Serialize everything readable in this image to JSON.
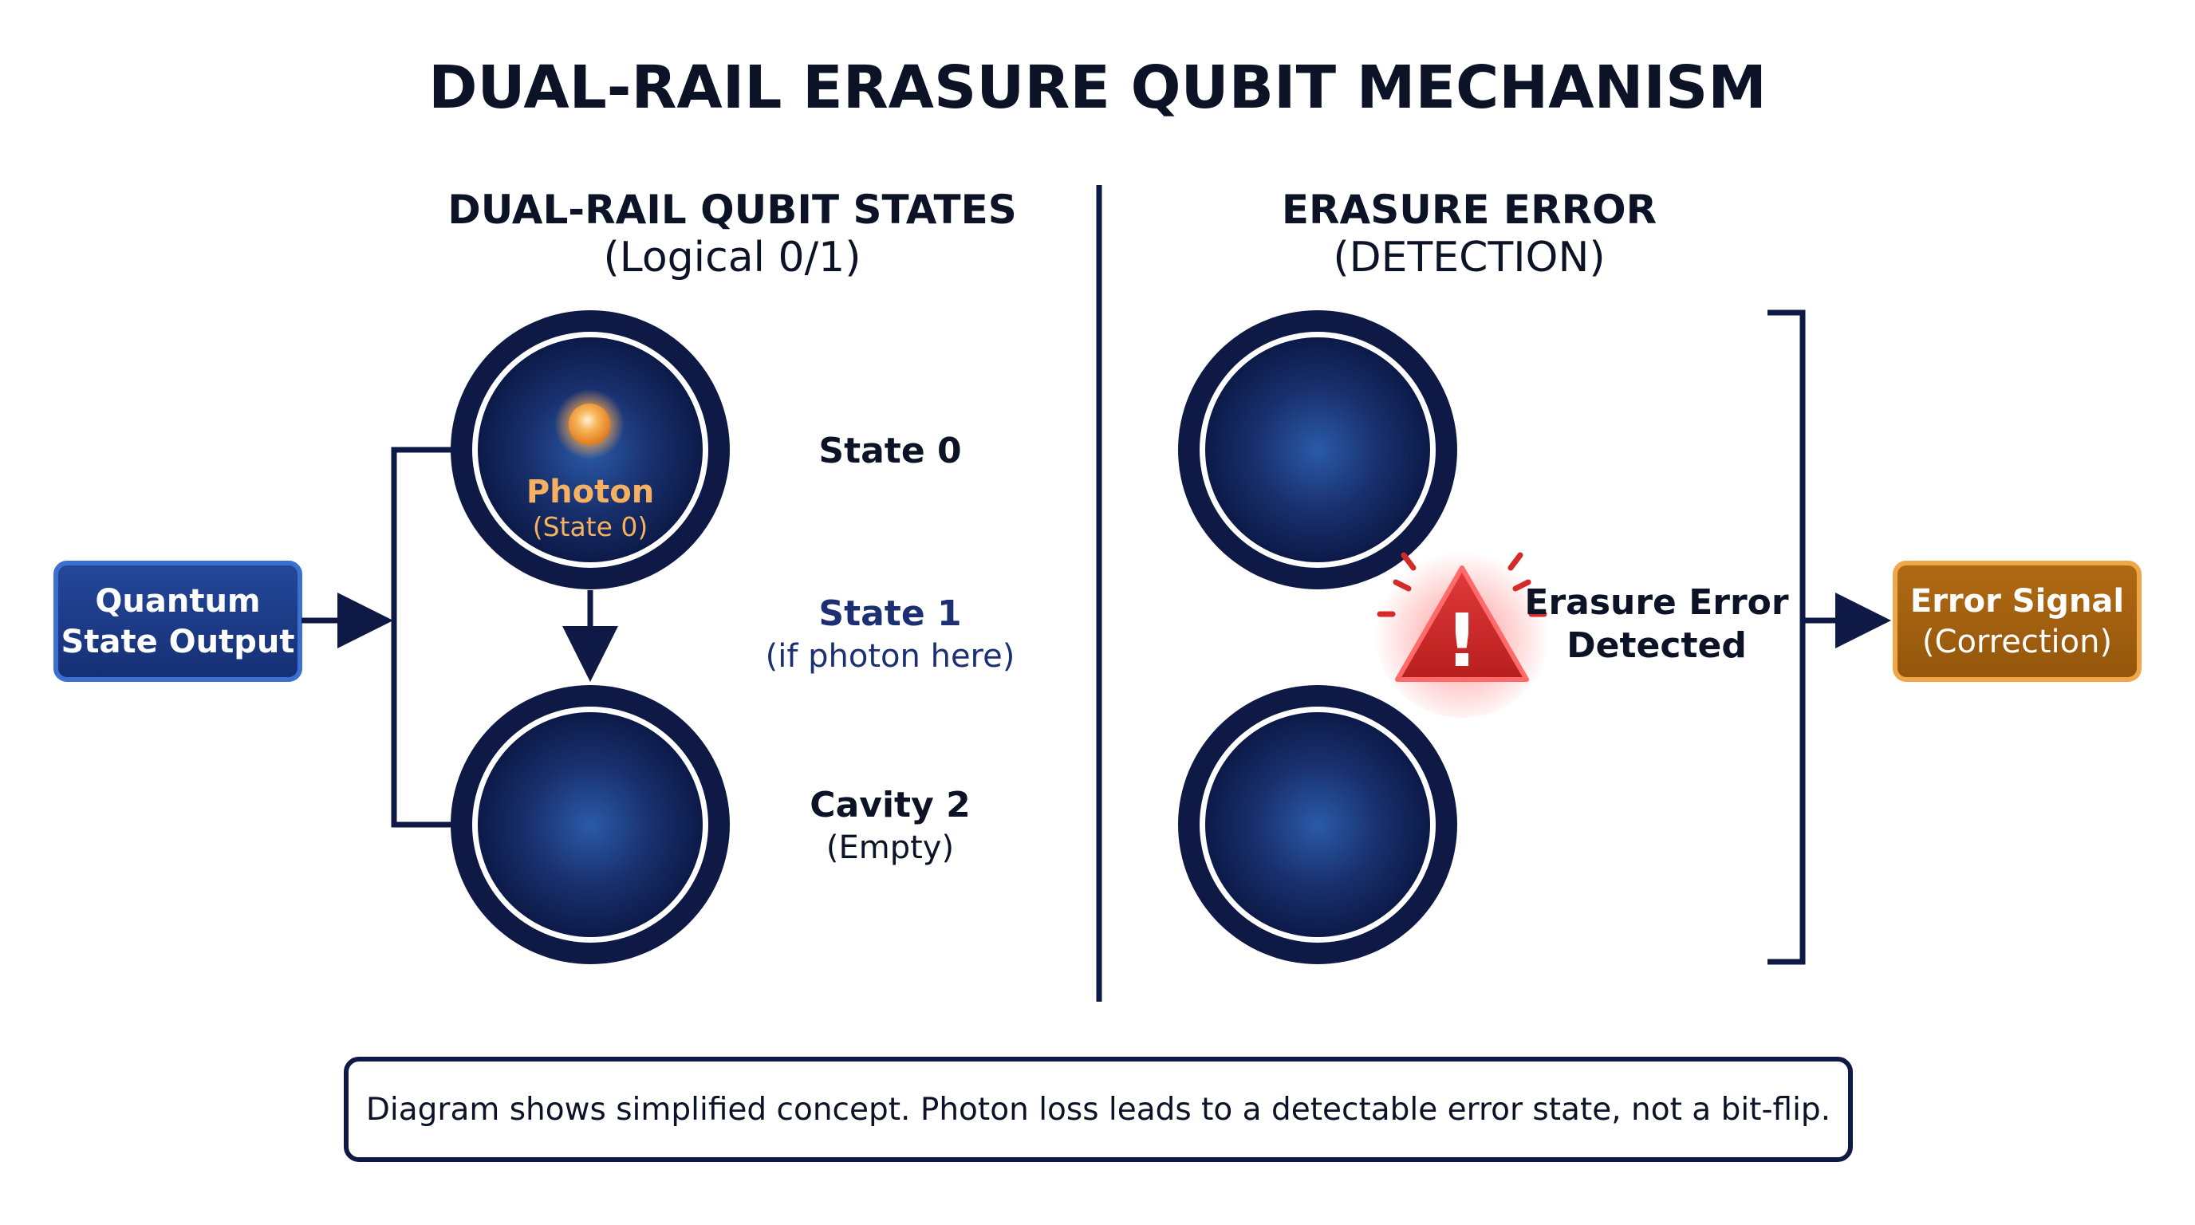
{
  "title": "DUAL-RAIL ERASURE QUBIT MECHANISM",
  "left_panel": {
    "heading": "DUAL-RAIL QUBIT STATES",
    "subheading": "(Logical 0/1)",
    "photon_label": "Photon",
    "photon_sublabel": "(State 0)",
    "state0_label": "State 0",
    "state1_label": "State 1",
    "state1_sublabel": "(if photon here)",
    "cavity2_label": "Cavity 2",
    "cavity2_sublabel": "(Empty)"
  },
  "right_panel": {
    "heading": "ERASURE ERROR",
    "subheading": "(DETECTION)",
    "error_line1": "Erasure Error",
    "error_line2": "Detected",
    "warning_symbol": "!"
  },
  "input_box": {
    "line1": "Quantum",
    "line2": "State Output"
  },
  "output_box": {
    "line1": "Error Signal",
    "line2": "(Correction)"
  },
  "footnote": "Diagram shows simplified concept. Photon loss leads to a detectable error state, not a bit-flip.",
  "icons": {
    "warning": "warning-triangle-icon",
    "photon": "photon-glow-icon"
  },
  "colors": {
    "navy": "#0e1a45",
    "cavity_center": "#2a5aa8",
    "photon": "#f3a34a",
    "state1_text": "#1b2f72",
    "input_box": "#1d3f8f",
    "output_box": "#a4600f",
    "warning": "#d42a2a"
  }
}
